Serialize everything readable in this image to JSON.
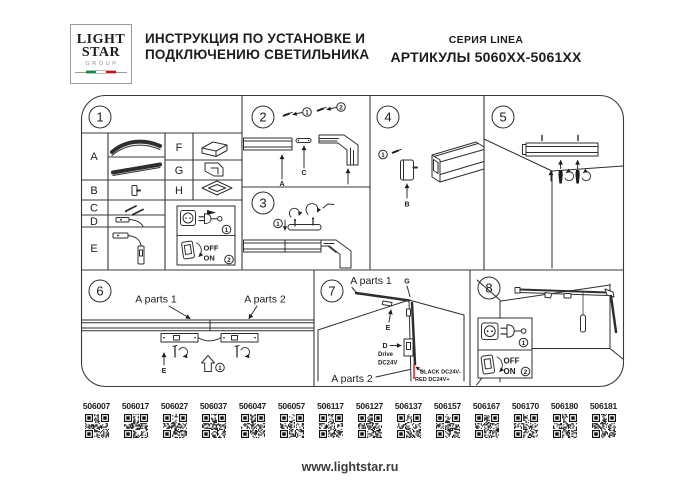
{
  "header": {
    "logo_line1": "LIGHT",
    "logo_line2": "STAR",
    "logo_line3": "GROUP",
    "title1": "ИНСТРУКЦИЯ ПО УСТАНОВКЕ И",
    "title2": "ПОДКЛЮЧЕНИЮ СВЕТИЛЬНИКА",
    "series": "СЕРИЯ LINEA",
    "articles_range": "АРТИКУЛЫ 5060XX-5061XX"
  },
  "diagram": {
    "p1": {
      "num": "1",
      "A": "A",
      "B": "B",
      "C": "C",
      "D": "D",
      "E": "E",
      "F": "F",
      "G": "G",
      "H": "H",
      "step1": "1",
      "step2": "2",
      "off": "OFF",
      "on": "ON"
    },
    "p2": {
      "num": "2",
      "step1": "1",
      "step2": "2",
      "A": "A",
      "C": "C"
    },
    "p3": {
      "num": "3",
      "step1": "1"
    },
    "p4": {
      "num": "4",
      "step1": "1",
      "B": "B"
    },
    "p5": {
      "num": "5"
    },
    "p6": {
      "num": "6",
      "aparts1": "A parts 1",
      "aparts2": "A parts 2",
      "E": "E",
      "step1": "1"
    },
    "p7": {
      "num": "7",
      "aparts1": "A parts 1",
      "aparts2": "A parts 2",
      "G": "G",
      "E": "E",
      "D": "D",
      "drive_line1": "Drive",
      "drive_line2": "DC24V",
      "wire_black": "BLACK DC24V-",
      "wire_red": "RED DC24V+"
    },
    "p8": {
      "num": "8",
      "step1": "1",
      "step2": "2",
      "off": "OFF",
      "on": "ON"
    }
  },
  "footer": {
    "articles": [
      "506007",
      "506017",
      "506027",
      "506037",
      "506047",
      "506057",
      "506117",
      "506127",
      "506137",
      "506157",
      "506167",
      "506170",
      "506180",
      "506181"
    ],
    "website": "www.lightstar.ru"
  },
  "colors": {
    "flag_green": "#009540",
    "flag_red": "#e30613",
    "wire_red": "#e30613",
    "ink": "#1d1d1b"
  }
}
